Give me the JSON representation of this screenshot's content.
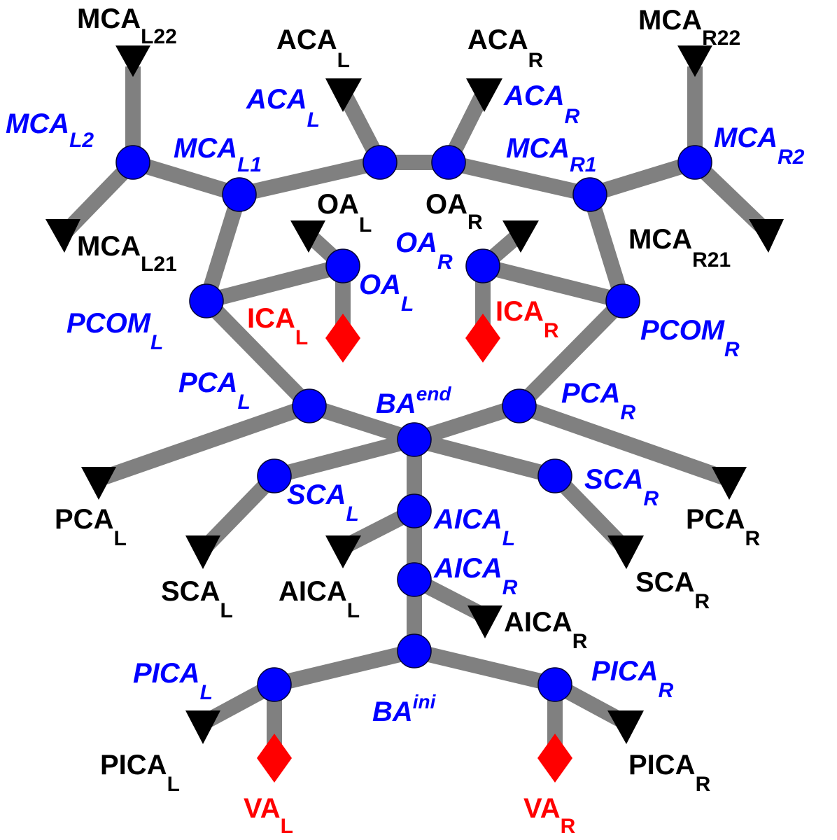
{
  "colors": {
    "edge": "#808080",
    "junction_node": "#0000ff",
    "inlet": "#ff0000",
    "outlet": "#000000",
    "junction_label": "#0000ff",
    "inlet_label": "#ff0000",
    "outlet_label": "#000000"
  },
  "legend_shapes": {
    "junction": "circle",
    "inlet": "diamond",
    "outlet": "triangle-down"
  },
  "node_labels": {
    "mca_l2": {
      "base": "MCA",
      "sub": "L2"
    },
    "mca_l1": {
      "base": "MCA",
      "sub": "L1"
    },
    "aca_l": {
      "base": "ACA",
      "sub": "L"
    },
    "aca_r": {
      "base": "ACA",
      "sub": "R"
    },
    "mca_r1": {
      "base": "MCA",
      "sub": "R1"
    },
    "mca_r2": {
      "base": "MCA",
      "sub": "R2"
    },
    "oa_l": {
      "base": "OA",
      "sub": "L"
    },
    "oa_r": {
      "base": "OA",
      "sub": "R"
    },
    "pcom_l": {
      "base": "PCOM",
      "sub": "L"
    },
    "pcom_r": {
      "base": "PCOM",
      "sub": "R"
    },
    "pca_l": {
      "base": "PCA",
      "sub": "L"
    },
    "pca_r": {
      "base": "PCA",
      "sub": "R"
    },
    "ba_end": {
      "base": "BA",
      "sup": "end"
    },
    "sca_l": {
      "base": "SCA",
      "sub": "L"
    },
    "sca_r": {
      "base": "SCA",
      "sub": "R"
    },
    "aica_l": {
      "base": "AICA",
      "sub": "L"
    },
    "aica_r": {
      "base": "AICA",
      "sub": "R"
    },
    "ba_ini": {
      "base": "BA",
      "sup": "ini"
    },
    "pica_l": {
      "base": "PICA",
      "sub": "L"
    },
    "pica_r": {
      "base": "PICA",
      "sub": "R"
    }
  },
  "inlet_labels": {
    "ica_l": {
      "base": "ICA",
      "sub": "L"
    },
    "ica_r": {
      "base": "ICA",
      "sub": "R"
    },
    "va_l": {
      "base": "VA",
      "sub": "L"
    },
    "va_r": {
      "base": "VA",
      "sub": "R"
    }
  },
  "outlet_labels": {
    "mca_l22": {
      "base": "MCA",
      "sub": "L22"
    },
    "mca_l21": {
      "base": "MCA",
      "sub": "L21"
    },
    "aca_l": {
      "base": "ACA",
      "sub": "L"
    },
    "aca_r": {
      "base": "ACA",
      "sub": "R"
    },
    "mca_r22": {
      "base": "MCA",
      "sub": "R22"
    },
    "mca_r21": {
      "base": "MCA",
      "sub": "R21"
    },
    "oa_l": {
      "base": "OA",
      "sub": "L"
    },
    "oa_r": {
      "base": "OA",
      "sub": "R"
    },
    "pca_l": {
      "base": "PCA",
      "sub": "L"
    },
    "pca_r": {
      "base": "PCA",
      "sub": "R"
    },
    "sca_l": {
      "base": "SCA",
      "sub": "L"
    },
    "sca_r": {
      "base": "SCA",
      "sub": "R"
    },
    "aica_l": {
      "base": "AICA",
      "sub": "L"
    },
    "aica_r": {
      "base": "AICA",
      "sub": "R"
    },
    "pica_l": {
      "base": "PICA",
      "sub": "L"
    },
    "pica_r": {
      "base": "PICA",
      "sub": "R"
    }
  }
}
